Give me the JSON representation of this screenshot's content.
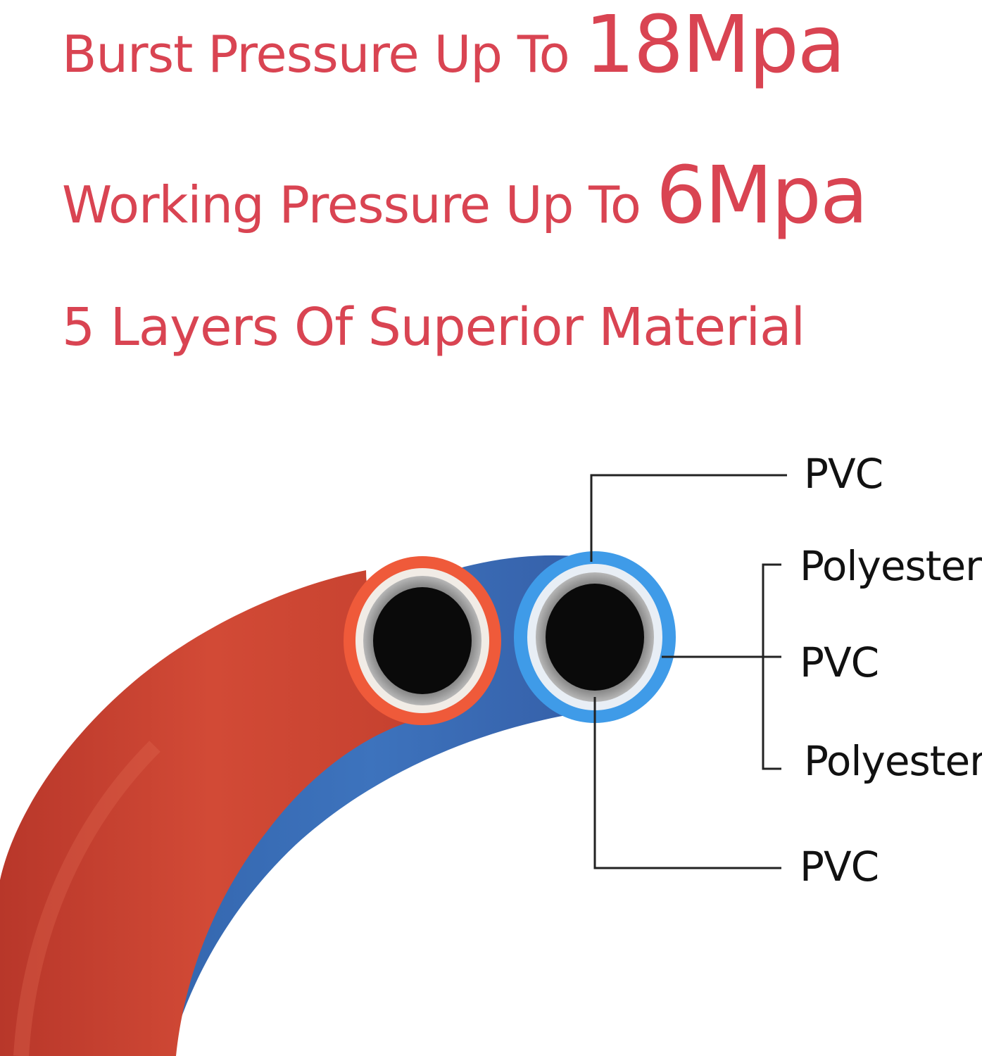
{
  "headlines": [
    {
      "prefix": "Burst Pressure Up To ",
      "value": "18Mpa"
    },
    {
      "prefix": "Working Pressure Up To ",
      "value": "6Mpa"
    },
    {
      "text": "5 Layers Of Superior Material"
    }
  ],
  "layers": [
    "PVC",
    "Polyester",
    "PVC",
    "Polyester",
    "PVC"
  ],
  "colors": {
    "text_accent": "#d94452",
    "red_hose": "#c8402e",
    "blue_hose": "#3a6fb8",
    "blue_outer": "#3f9be8",
    "label_text": "#111111"
  },
  "icons": [
    "red-hose-icon",
    "blue-hose-icon",
    "leader-line-icon"
  ]
}
